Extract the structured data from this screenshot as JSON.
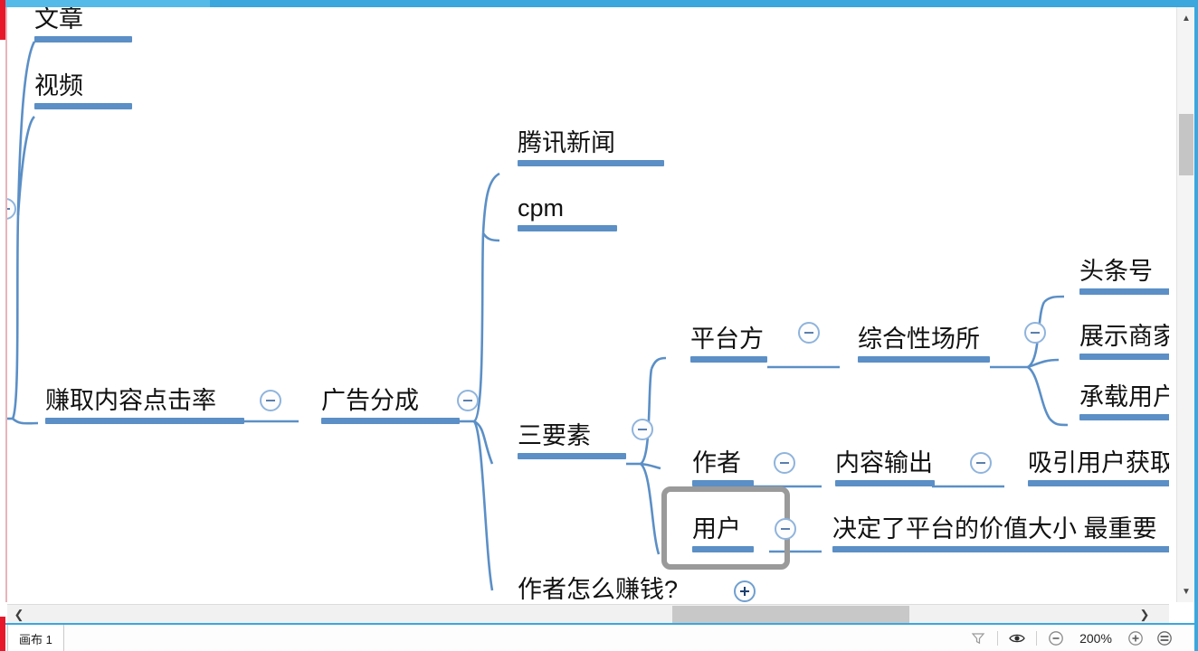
{
  "app": {
    "canvas_tab": "画布 1",
    "zoom_level": "200%",
    "accent_blue": "#3ba7dd",
    "branch_blue": "#5b8fc6",
    "selection_gray": "#9a9a9a"
  },
  "mindmap": {
    "nodes": [
      {
        "id": "article",
        "label": "文章",
        "toggle": null
      },
      {
        "id": "video",
        "label": "视频",
        "toggle": null
      },
      {
        "id": "tencent-news",
        "label": "腾讯新闻",
        "toggle": null
      },
      {
        "id": "cpm",
        "label": "cpm",
        "toggle": null
      },
      {
        "id": "earn-ctr",
        "label": "赚取内容点击率",
        "toggle": "collapse"
      },
      {
        "id": "ad-revenue",
        "label": "广告分成",
        "toggle": "collapse"
      },
      {
        "id": "three-elements",
        "label": "三要素",
        "toggle": "collapse"
      },
      {
        "id": "platform",
        "label": "平台方",
        "toggle": "collapse"
      },
      {
        "id": "comprehensive",
        "label": "综合性场所",
        "toggle": "collapse"
      },
      {
        "id": "toutiao",
        "label": "头条号",
        "toggle": null
      },
      {
        "id": "show-merchant",
        "label": "展示商家",
        "toggle": null
      },
      {
        "id": "carry-user",
        "label": "承载用户",
        "toggle": null
      },
      {
        "id": "author",
        "label": "作者",
        "toggle": "collapse"
      },
      {
        "id": "content-output",
        "label": "内容输出",
        "toggle": "collapse"
      },
      {
        "id": "attract-user",
        "label": "吸引用户获取",
        "toggle": null
      },
      {
        "id": "user",
        "label": "用户",
        "toggle": "collapse",
        "selected": true
      },
      {
        "id": "decide-value",
        "label": "决定了平台的价值大小  最重要",
        "toggle": null
      },
      {
        "id": "author-earn",
        "label": "作者怎么赚钱?",
        "toggle": "expand"
      }
    ]
  },
  "statusbar": {
    "filter_icon": "filter-icon",
    "eye_icon": "eye-icon",
    "zoom_out_icon": "zoom-out-icon",
    "zoom_in_icon": "zoom-in-icon",
    "fit_icon": "fit-to-screen-icon"
  },
  "scrollbars": {
    "v_up": "▲",
    "v_down": "▼",
    "h_left": "❮",
    "h_right": "❯"
  }
}
